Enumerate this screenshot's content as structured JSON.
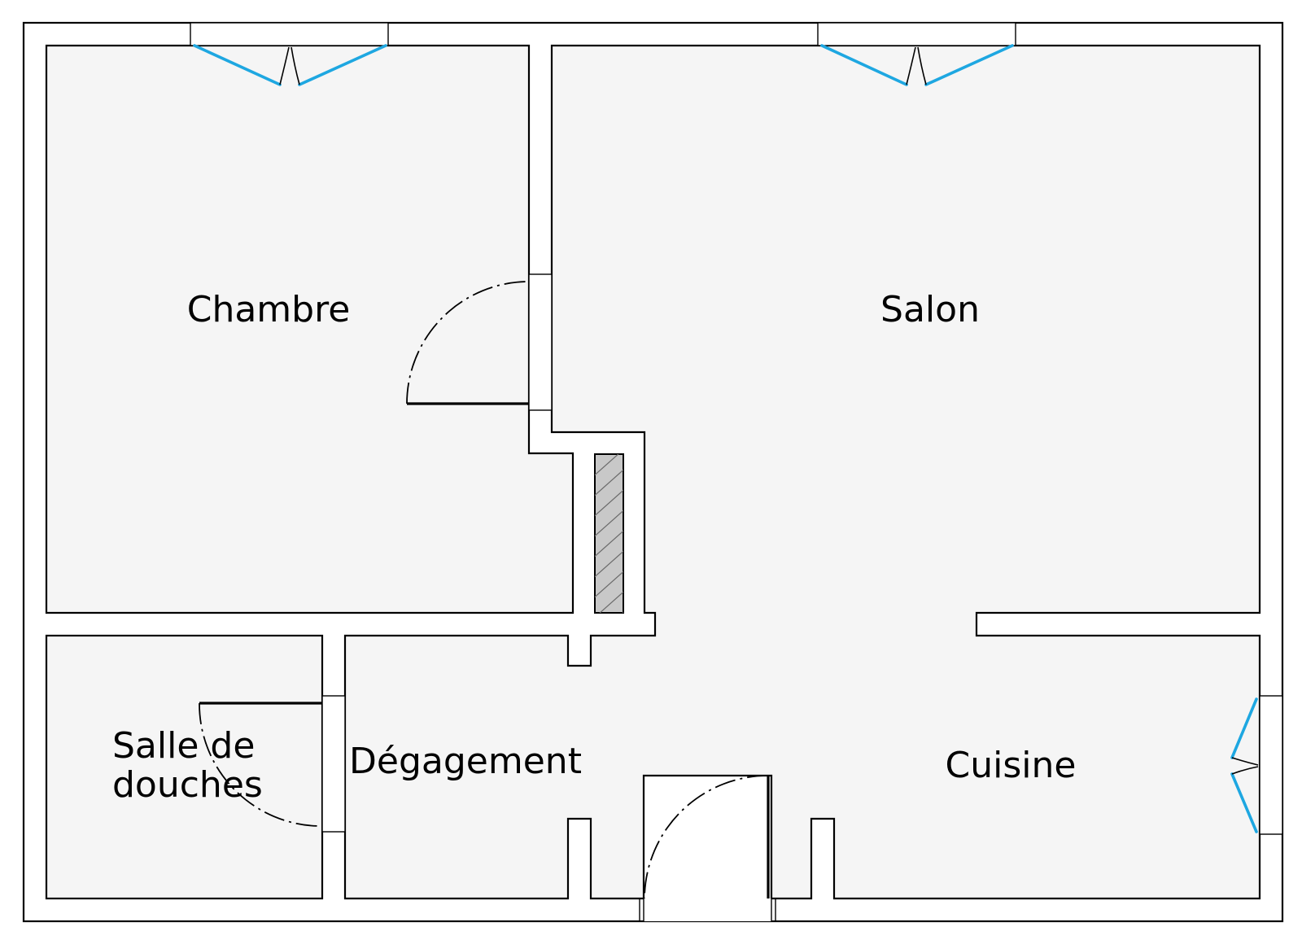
{
  "plan": {
    "rooms": [
      {
        "id": "chambre",
        "label": "Chambre"
      },
      {
        "id": "salon",
        "label": "Salon"
      },
      {
        "id": "salle-de-douches",
        "label_lines": [
          "Salle de",
          "douches"
        ]
      },
      {
        "id": "degagement",
        "label": "Dégagement"
      },
      {
        "id": "cuisine",
        "label": "Cuisine"
      }
    ],
    "colors": {
      "wall_fill": "#ffffff",
      "floor_fill": "#f5f5f5",
      "window_line": "#1ea7e1",
      "chimney_fill": "#c8c8c8",
      "outline": "#000000"
    }
  }
}
